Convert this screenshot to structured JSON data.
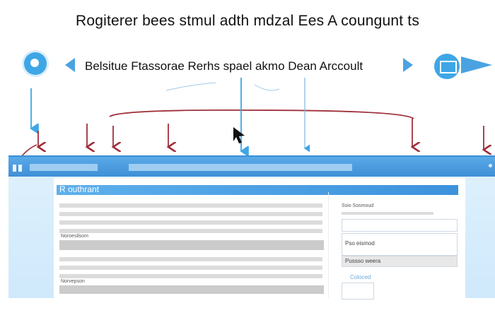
{
  "header": {
    "title": "Rogiterer bees stmul adth mdzal Ees  A coungunt ts",
    "subtitle": "Belsitue Ftassorae  Rerhs spael akmo  Dean Arccoult"
  },
  "window": {
    "panel_heading": "R outhrant",
    "left_labels": [
      "Noroesilsom",
      "Norvepson"
    ],
    "right_label": "Ssio Sosmoud",
    "field_placeholder": "Pso eismod",
    "field_value": "Pussso weera",
    "bottom_label": "Coloced"
  },
  "colors": {
    "accent_blue": "#3f8fd6",
    "arrow_red": "#a0303a",
    "light_blue": "#dff1fd"
  },
  "icons": {
    "left_badge": "circle-icon",
    "right_badge": "envelope-icon"
  }
}
